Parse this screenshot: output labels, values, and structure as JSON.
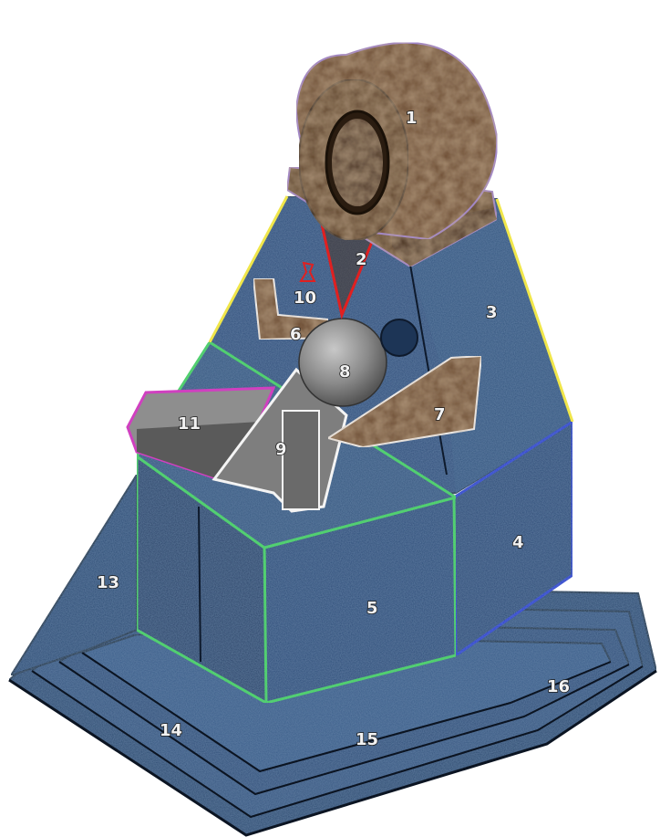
{
  "labels": {
    "p1": "1",
    "p2": "2",
    "p3": "3",
    "p4": "4",
    "p5": "5",
    "p6": "6",
    "p7": "7",
    "p8": "8",
    "p9": "9",
    "p10": "10",
    "p11": "11",
    "p13": "13",
    "p14": "14",
    "p15": "15",
    "p16": "16"
  },
  "colors": {
    "granite_blue": "#2f4e7a",
    "granite_dark": "#1e3456",
    "granite_light": "#4a6c98",
    "bronze": "#6b4a2e",
    "bronze_dark": "#4a3220",
    "stone_grey": "#8e8e8e",
    "outline_yellow": "#f0e64a",
    "outline_green": "#3fe03f",
    "outline_blue": "#1f2fd8",
    "outline_red": "#e02020",
    "outline_magenta": "#d040c0",
    "outline_white": "#f4f4f4",
    "outline_purple": "#9a7fd0"
  }
}
